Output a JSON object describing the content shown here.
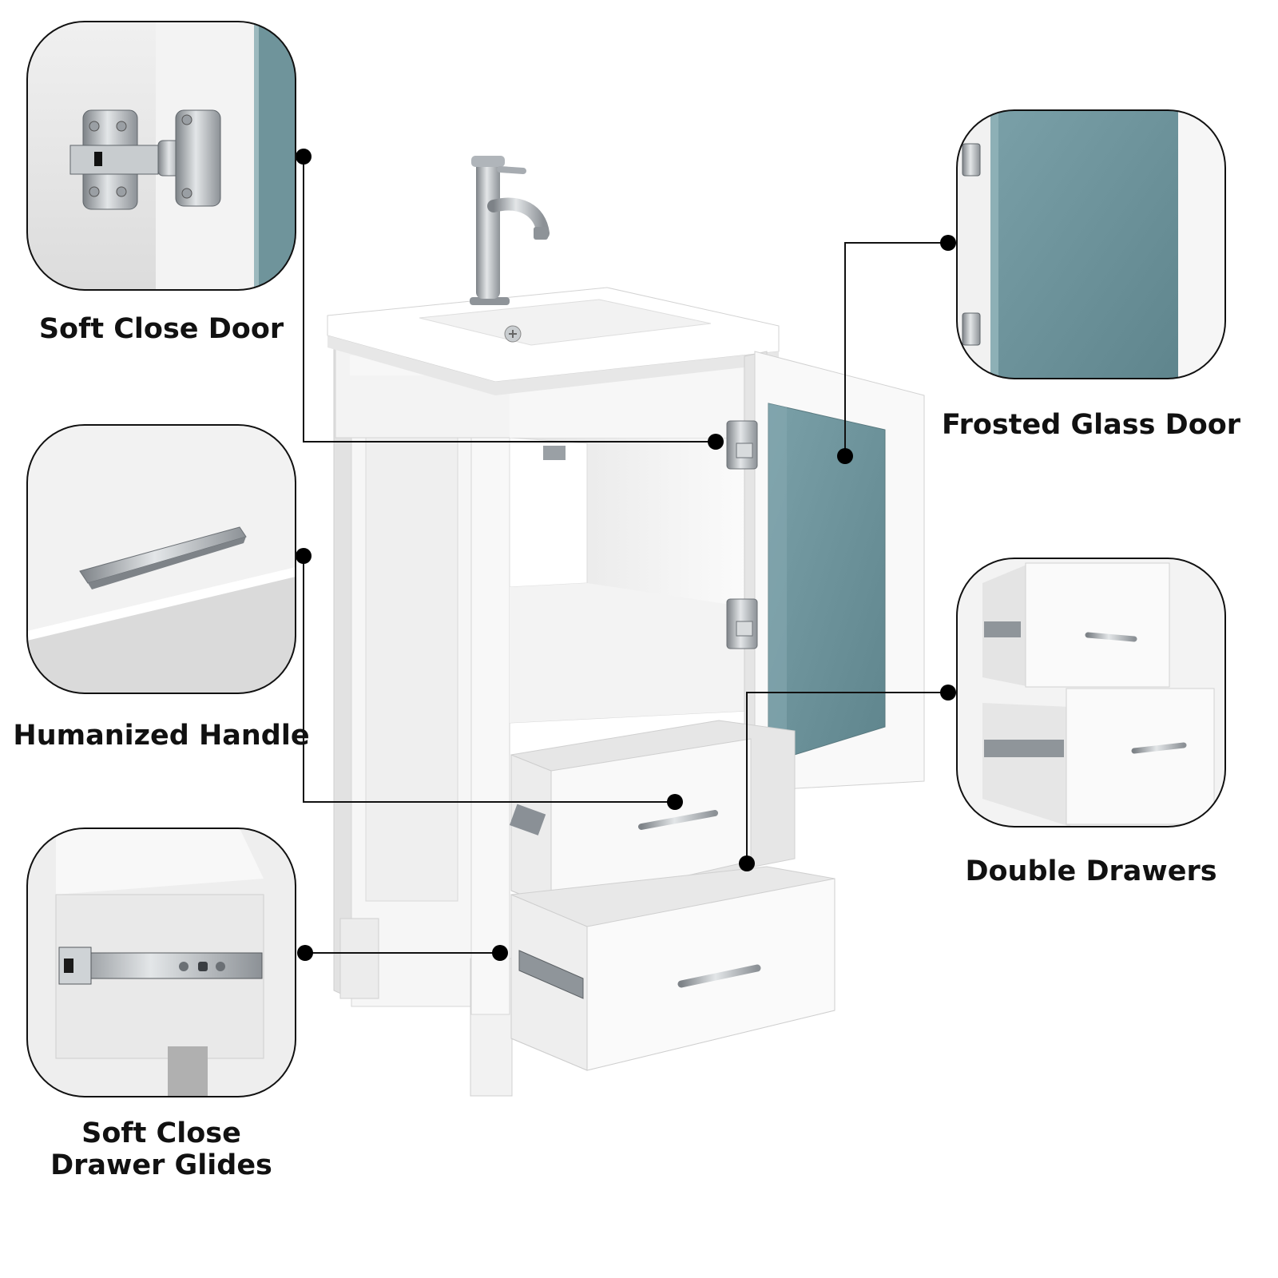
{
  "features": {
    "soft_close_door": "Soft Close Door",
    "humanized_handle": "Humanized Handle",
    "soft_close_glides_line1": "Soft Close",
    "soft_close_glides_line2": "Drawer Glides",
    "frosted_glass_door": "Frosted Glass Door",
    "double_drawers": "Double Drawers"
  },
  "colors": {
    "cabinet_white": "#f4f4f4",
    "frosted_glass": "#6e929a",
    "chrome": "#a9aeb3",
    "callout_line": "#111111",
    "panel_background": "#e9e9e9"
  },
  "icons": [
    "hinge-icon",
    "handle-icon",
    "drawer-glide-icon",
    "faucet-icon"
  ]
}
